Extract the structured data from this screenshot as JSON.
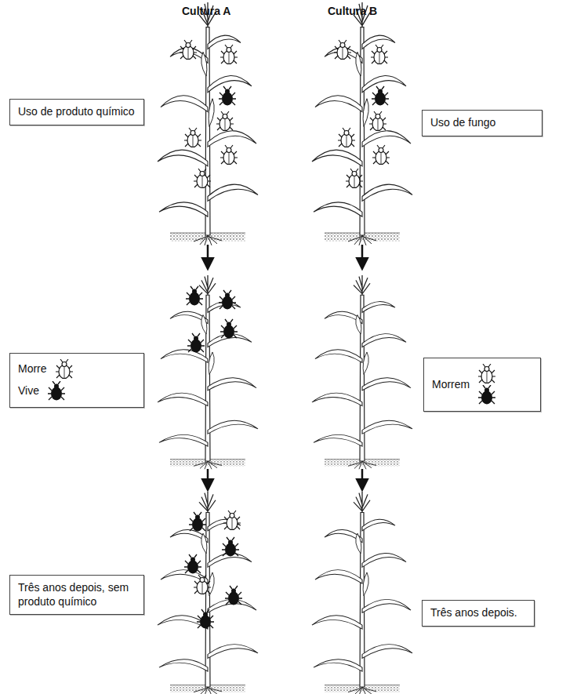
{
  "diagram": {
    "nodes": [
      {
        "text": [
          "Uso de produto químico"
        ]
      },
      {
        "text": [
          "Uso de fungo"
        ]
      },
      {
        "text": [
          "Morre",
          "Vive"
        ]
      },
      {
        "text": [
          "Morrem"
        ]
      },
      {
        "text": [
          "Três anos depois, sem produto químico"
        ]
      },
      {
        "text": [
          "Três anos depois."
        ]
      }
    ],
    "labels": [
      "Cultura A",
      "Cultura B"
    ]
  }
}
